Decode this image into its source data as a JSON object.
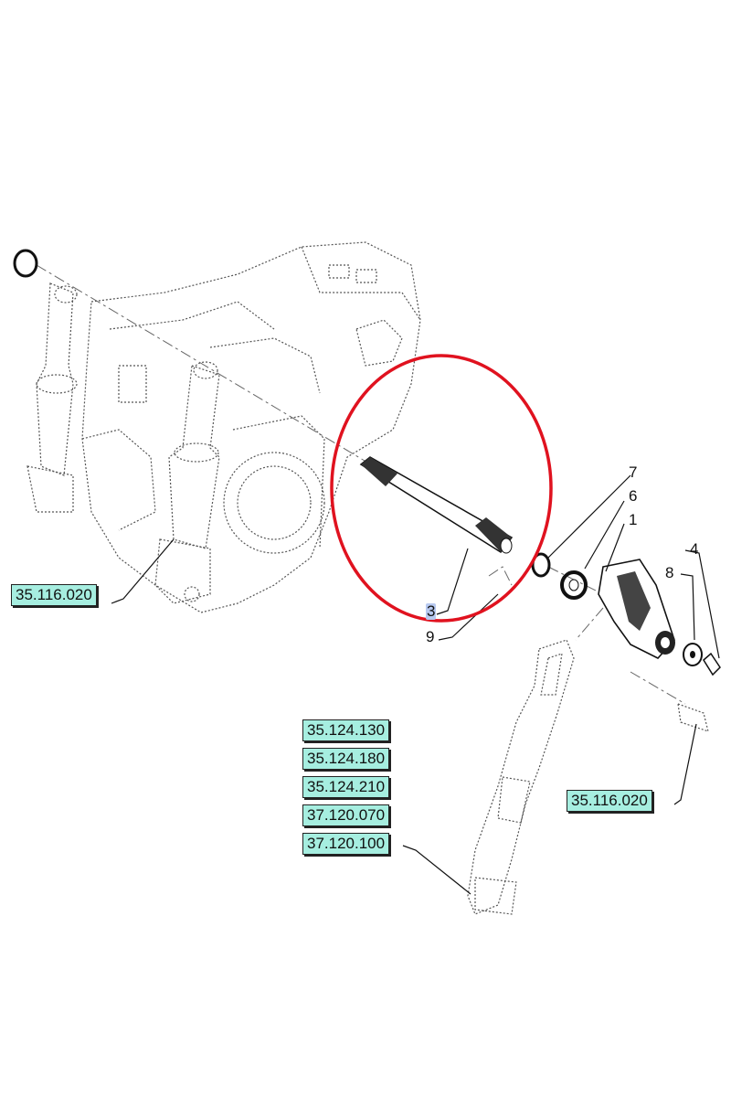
{
  "reference_boxes": [
    {
      "id": "ref-left",
      "label": "35.116.020"
    },
    {
      "id": "ref-1",
      "label": "35.124.130"
    },
    {
      "id": "ref-2",
      "label": "35.124.180"
    },
    {
      "id": "ref-3",
      "label": "35.124.210"
    },
    {
      "id": "ref-4",
      "label": "37.120.070"
    },
    {
      "id": "ref-5",
      "label": "37.120.100"
    },
    {
      "id": "ref-right",
      "label": "35.116.020"
    }
  ],
  "callouts": {
    "c1": "1",
    "c3": "3",
    "c4": "4",
    "c6": "6",
    "c7": "7",
    "c8": "8",
    "c9": "9"
  },
  "colors": {
    "highlight_circle": "#e0121f",
    "reference_box_fill": "#a6eee0",
    "selected_callout": "#b7c9f0"
  }
}
